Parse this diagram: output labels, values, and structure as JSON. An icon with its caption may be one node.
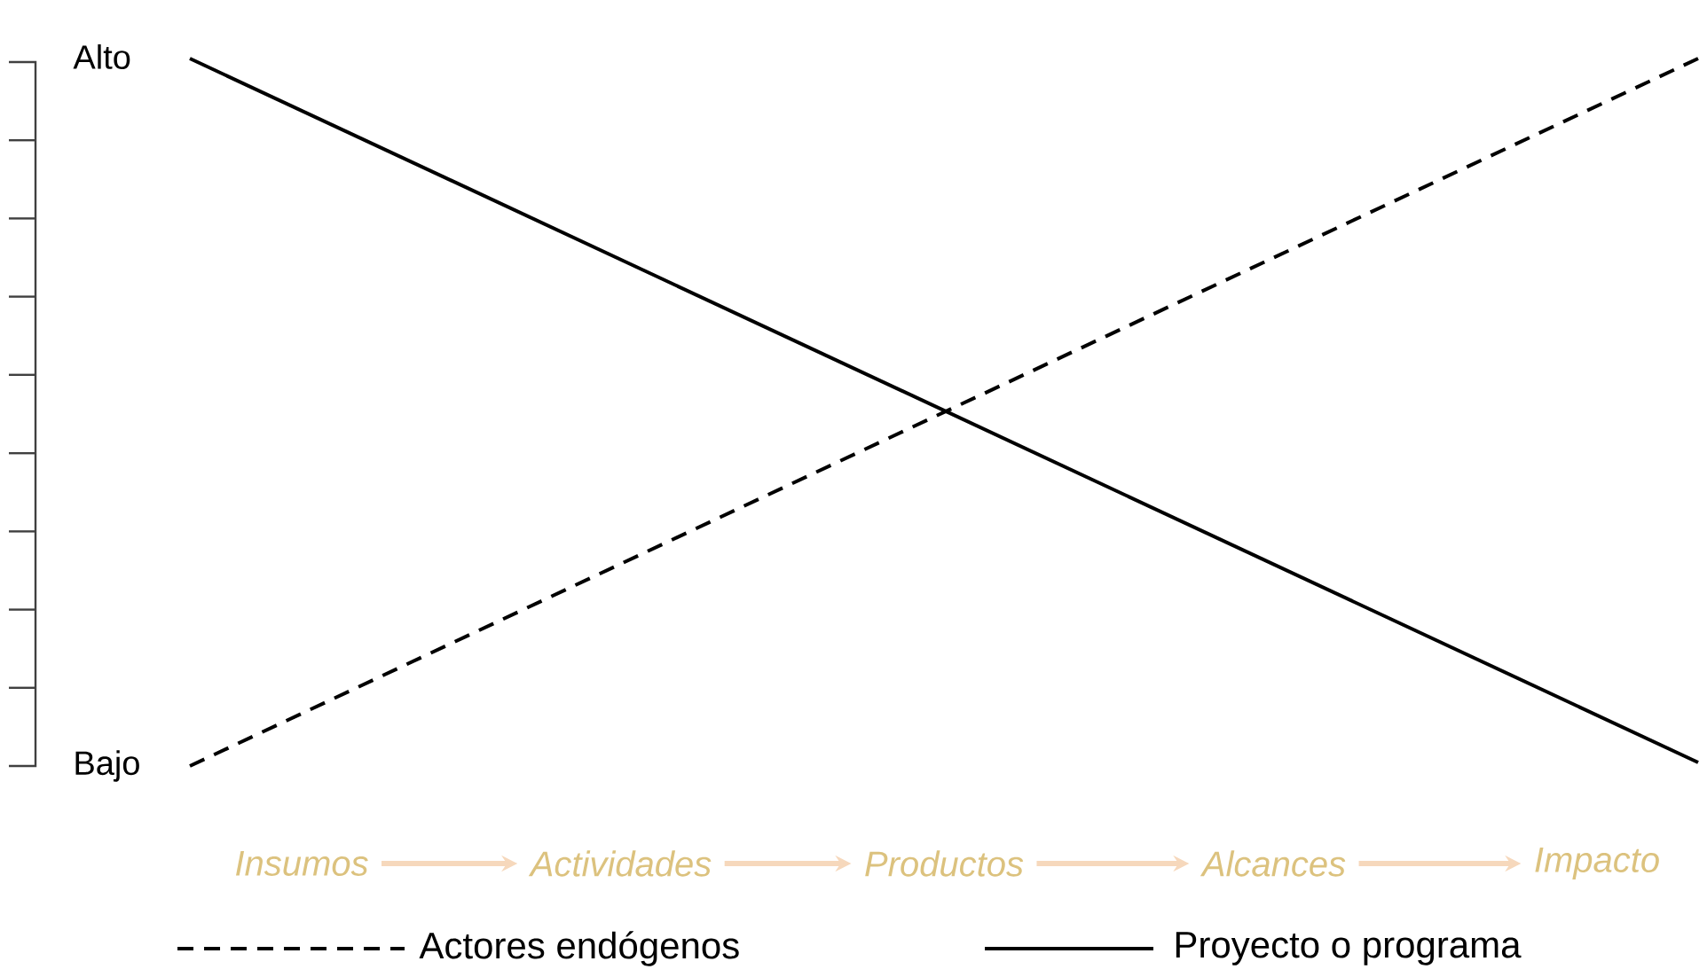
{
  "diagram": {
    "nodes": [
      {
        "text": [
          "Insumos"
        ]
      },
      {
        "text": [
          "Actividades"
        ]
      },
      {
        "text": [
          "Productos"
        ]
      },
      {
        "text": [
          "Alcances"
        ]
      },
      {
        "text": [
          "Impacto"
        ]
      }
    ],
    "edges": [
      {
        "from": 0,
        "to": 1,
        "arrow": "to"
      },
      {
        "from": 1,
        "to": 2,
        "arrow": "to"
      },
      {
        "from": 2,
        "to": 3,
        "arrow": "to"
      },
      {
        "from": 3,
        "to": 4,
        "arrow": "to"
      }
    ],
    "labels": [
      "Alto",
      "Bajo"
    ],
    "legend": [
      {
        "text": "Actores endógenos"
      },
      {
        "text": "Proyecto o programa"
      }
    ]
  }
}
